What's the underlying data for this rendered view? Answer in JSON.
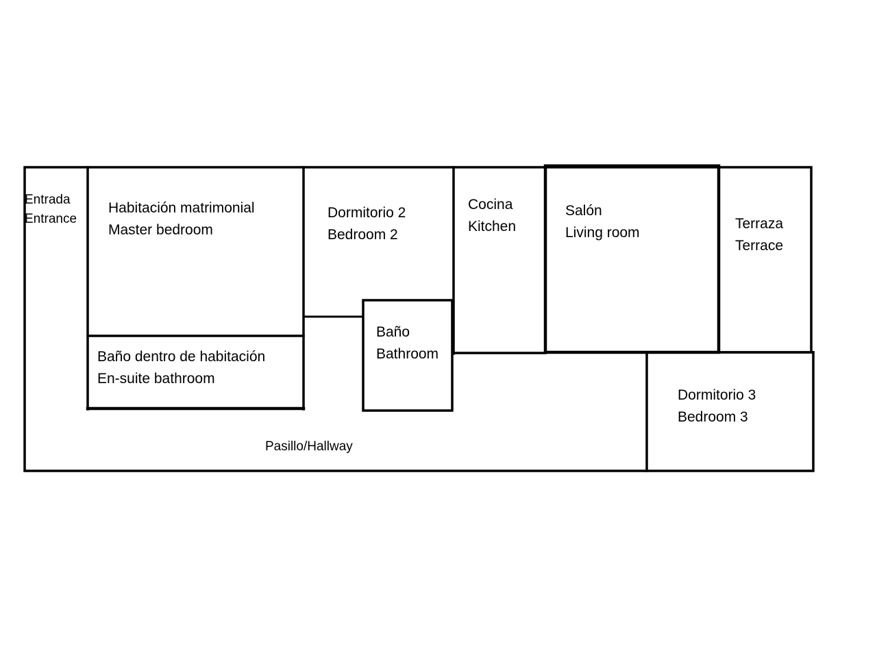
{
  "colors": {
    "wall": "#000000",
    "background": "#ffffff"
  },
  "rooms": {
    "entrance": {
      "es": "Entrada",
      "en": "Entrance"
    },
    "master": {
      "es": "Habitación matrimonial",
      "en": "Master bedroom"
    },
    "ensuite": {
      "es": "Baño dentro de habitación",
      "en": "En-suite bathroom"
    },
    "bedroom2": {
      "es": "Dormitorio 2",
      "en": "Bedroom 2"
    },
    "bathroom": {
      "es": "Baño",
      "en": "Bathroom"
    },
    "kitchen": {
      "es": "Cocina",
      "en": "Kitchen"
    },
    "living": {
      "es": "Salón",
      "en": "Living room"
    },
    "terrace": {
      "es": "Terraza",
      "en": "Terrace"
    },
    "bedroom3": {
      "es": "Dormitorio 3",
      "en": "Bedroom 3"
    },
    "hallway": {
      "label": "Pasillo/Hallway"
    }
  }
}
